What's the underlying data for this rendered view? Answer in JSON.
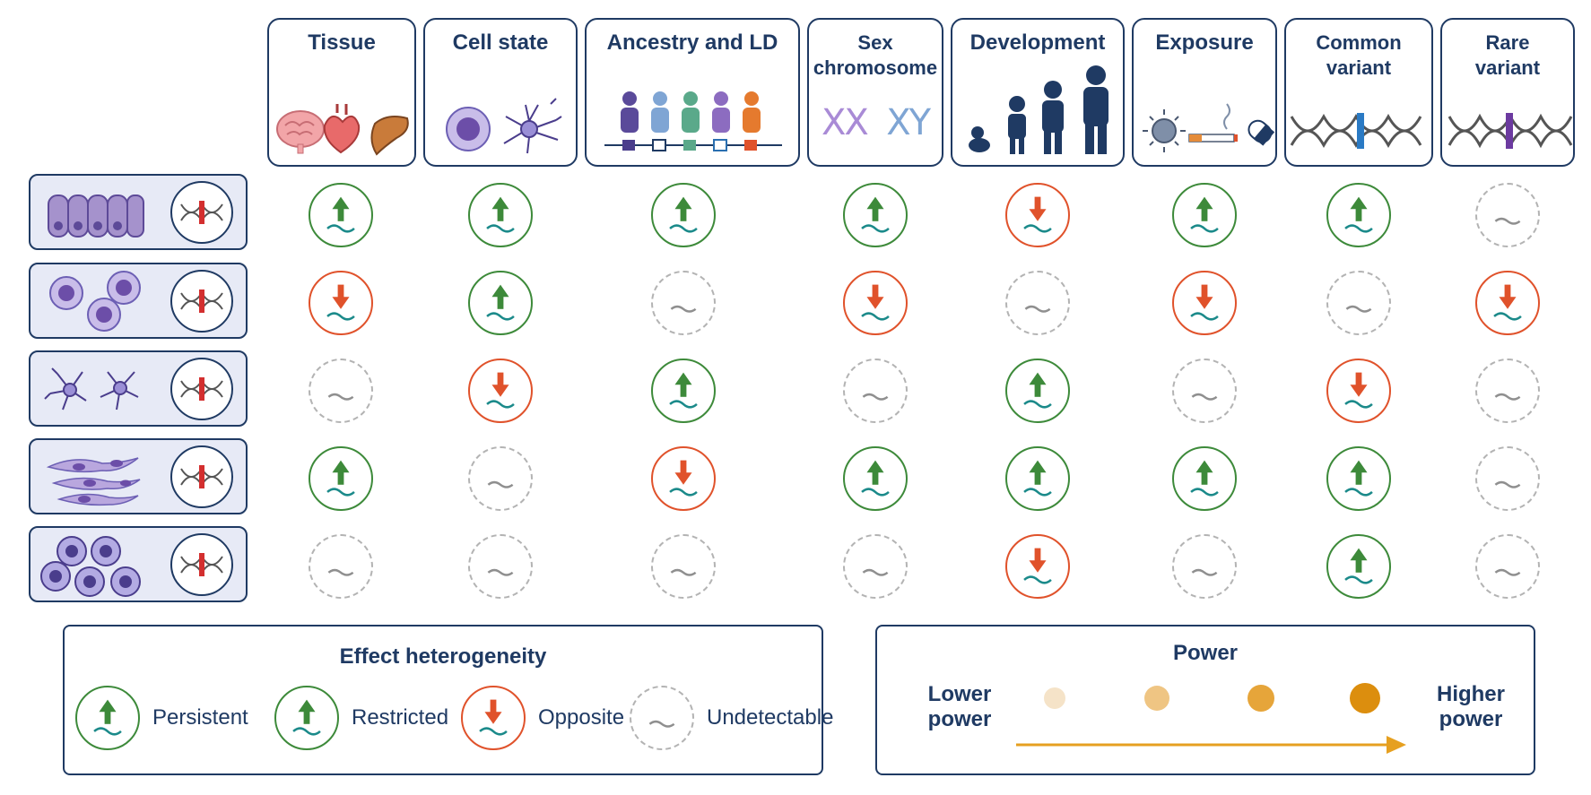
{
  "columns": [
    {
      "title_lines": [
        "Tissue"
      ],
      "icon": "organs-icon"
    },
    {
      "title_lines": [
        "Cell state"
      ],
      "icon": "cells-icon"
    },
    {
      "title_lines": [
        "Ancestry and LD"
      ],
      "icon": "people-haplotype-icon"
    },
    {
      "title_lines": [
        "Sex",
        "chromosome"
      ],
      "icon": "xx-xy-icon",
      "glyphs": [
        "XX",
        "XY"
      ]
    },
    {
      "title_lines": [
        "Development"
      ],
      "icon": "development-stages-icon"
    },
    {
      "title_lines": [
        "Exposure"
      ],
      "icon": "exposure-icon"
    },
    {
      "title_lines": [
        "Common",
        "variant"
      ],
      "icon": "dna-common-variant-icon"
    },
    {
      "title_lines": [
        "Rare",
        "variant"
      ],
      "icon": "dna-rare-variant-icon"
    }
  ],
  "rows": [
    {
      "cell_type": "epithelial-cells",
      "effects": [
        "up",
        "up",
        "up",
        "up",
        "down",
        "up",
        "up",
        "none"
      ]
    },
    {
      "cell_type": "round-cells",
      "effects": [
        "down",
        "up",
        "none",
        "down",
        "none",
        "down",
        "none",
        "down"
      ]
    },
    {
      "cell_type": "neurons",
      "effects": [
        "none",
        "down",
        "up",
        "none",
        "up",
        "none",
        "down",
        "none"
      ]
    },
    {
      "cell_type": "fibroblasts",
      "effects": [
        "up",
        "none",
        "down",
        "up",
        "up",
        "up",
        "up",
        "none"
      ]
    },
    {
      "cell_type": "cell-cluster",
      "effects": [
        "none",
        "none",
        "none",
        "none",
        "down",
        "none",
        "up",
        "none"
      ]
    }
  ],
  "legend": {
    "title": "Effect heterogeneity",
    "items": [
      {
        "kind": "up",
        "label": "Persistent"
      },
      {
        "kind": "up",
        "label": "Restricted"
      },
      {
        "kind": "down",
        "label": "Opposite"
      },
      {
        "kind": "none",
        "label": "Undetectable"
      }
    ]
  },
  "power": {
    "title": "Power",
    "low_lines": [
      "Lower",
      "power"
    ],
    "high_lines": [
      "Higher",
      "power"
    ],
    "dot_colors": [
      "#f5e3c8",
      "#efc583",
      "#e6a53a",
      "#dc8e0e"
    ]
  },
  "colors": {
    "navy": "#1f3a63",
    "up_green": "#3d8a3a",
    "down_red": "#e0522b",
    "wave_teal": "#1b8a8a",
    "undetect_grey": "#b3b3b3",
    "arrow_orange": "#e6a020"
  }
}
